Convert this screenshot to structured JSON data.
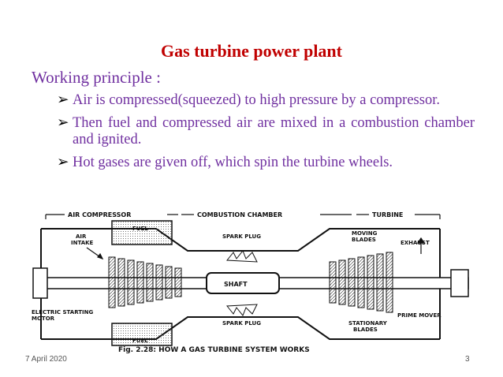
{
  "slide": {
    "title": "Gas turbine power plant",
    "subtitle": "Working principle :",
    "bullet_marker": "➢",
    "bullets": [
      "Air is compressed(squeezed) to high pressure by a compressor.",
      "Then fuel and compressed air are mixed in a combustion chamber and ignited.",
      "Hot gases are given off, which spin the turbine wheels."
    ],
    "title_color": "#c00000",
    "text_color": "#7030a0"
  },
  "diagram": {
    "section_labels": {
      "compressor": "AIR COMPRESSOR",
      "combustion": "COMBUSTION CHAMBER",
      "turbine": "TURBINE"
    },
    "labels": {
      "fuel_top": "FUEL",
      "fuel_bottom": "FUEL",
      "spark_plug_top": "SPARK PLUG",
      "spark_plug_bottom": "SPARK PLUG",
      "air": "AIR",
      "intake": "INTAKE",
      "moving": "MOVING",
      "blades_moving": "BLADES",
      "exhaust": "EXHAUST",
      "shaft": "SHAFT",
      "electric_starting": "ELECTRIC STARTING",
      "motor": "MOTOR",
      "prime_mover": "PRIME MOVER",
      "stationary": "STATIONARY",
      "blades_stationary": "BLADES"
    },
    "caption": "Fig. 2.28: HOW A GAS TURBINE SYSTEM WORKS"
  },
  "footer": {
    "date": "7 April 2020",
    "page_number": "3"
  }
}
